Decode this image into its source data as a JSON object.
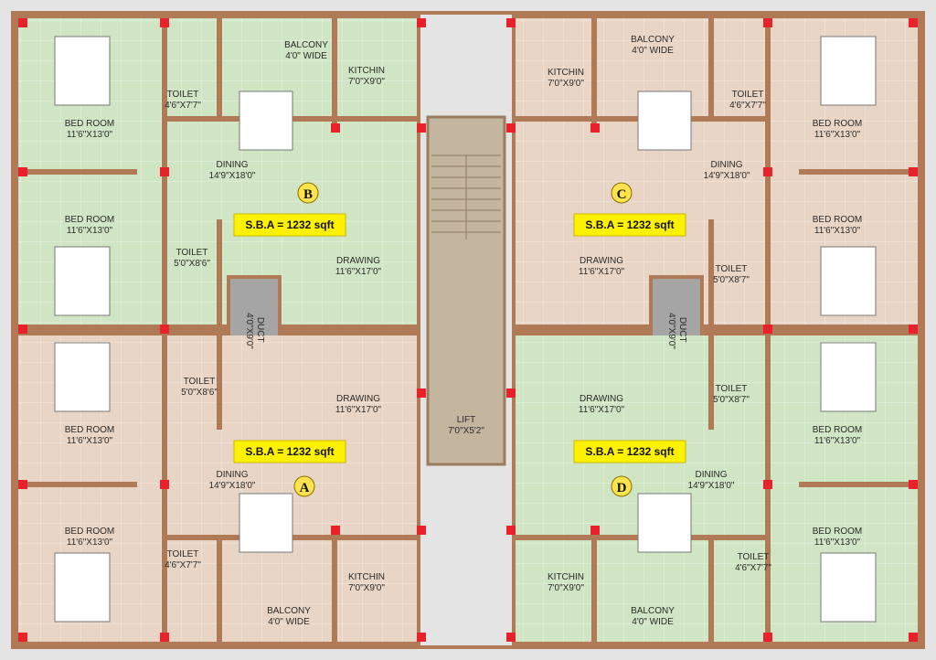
{
  "colors": {
    "green_floor": "#cfe5c3",
    "beige_floor": "#e9d5c5",
    "wall": "#b07a56",
    "column": "#e8212b",
    "sba_box": "#fff200",
    "unit_circle": "#ffe34d",
    "core": "#c4b59e"
  },
  "units": [
    {
      "letter": "B",
      "sba": "S.B.A = 1232 sqft",
      "rooms": {
        "balcony": [
          "BALCONY",
          "4'0\" WIDE"
        ],
        "kitchen": [
          "KITCHIN",
          "7'0\"X9'0\""
        ],
        "toilet_top": [
          "TOILET",
          "4'6\"X7'7\""
        ],
        "bed1": [
          "BED ROOM",
          "11'6\"X13'0\""
        ],
        "dining": [
          "DINING",
          "14'9\"X18'0\""
        ],
        "bed2": [
          "BED ROOM",
          "11'6\"X13'0\""
        ],
        "toilet_mid": [
          "TOILET",
          "5'0\"X8'6\""
        ],
        "drawing": [
          "DRAWING",
          "11'6\"X17'0\""
        ]
      }
    },
    {
      "letter": "C",
      "sba": "S.B.A = 1232 sqft",
      "rooms": {
        "balcony": [
          "BALCONY",
          "4'0\" WIDE"
        ],
        "kitchen": [
          "KITCHIN",
          "7'0\"X9'0\""
        ],
        "toilet_top": [
          "TOILET",
          "4'6\"X7'7\""
        ],
        "bed1": [
          "BED ROOM",
          "11'6\"X13'0\""
        ],
        "dining": [
          "DINING",
          "14'9\"X18'0\""
        ],
        "bed2": [
          "BED ROOM",
          "11'6\"X13'0\""
        ],
        "toilet_mid": [
          "TOILET",
          "5'0\"X8'7\""
        ],
        "drawing": [
          "DRAWING",
          "11'6\"X17'0\""
        ]
      }
    },
    {
      "letter": "A",
      "sba": "S.B.A = 1232 sqft",
      "rooms": {
        "balcony": [
          "BALCONY",
          "4'0\" WIDE"
        ],
        "kitchen": [
          "KITCHIN",
          "7'0\"X9'0\""
        ],
        "toilet_top": [
          "TOILET",
          "4'6\"X7'7\""
        ],
        "bed1": [
          "BED ROOM",
          "11'6\"X13'0\""
        ],
        "dining": [
          "DINING",
          "14'9\"X18'0\""
        ],
        "bed2": [
          "BED ROOM",
          "11'6\"X13'0\""
        ],
        "toilet_mid": [
          "TOILET",
          "5'0\"X8'6\""
        ],
        "drawing": [
          "DRAWING",
          "11'6\"X17'0\""
        ]
      }
    },
    {
      "letter": "D",
      "sba": "S.B.A = 1232 sqft",
      "rooms": {
        "balcony": [
          "BALCONY",
          "4'0\" WIDE"
        ],
        "kitchen": [
          "KITCHIN",
          "7'0\"X9'0\""
        ],
        "toilet_top": [
          "TOILET",
          "4'6\"X7'7\""
        ],
        "bed1": [
          "BED ROOM",
          "11'6\"X13'0\""
        ],
        "dining": [
          "DINING",
          "14'9\"X18'0\""
        ],
        "bed2": [
          "BED ROOM",
          "11'6\"X13'0\""
        ],
        "toilet_mid": [
          "TOILET",
          "5'0\"X8'7\""
        ],
        "drawing": [
          "DRAWING",
          "11'6\"X17'0\""
        ]
      }
    }
  ],
  "ducts": [
    [
      "DUCT",
      "4'0\"X9'0\""
    ],
    [
      "DUCT",
      "4'0\"X9'0\""
    ]
  ],
  "lift": [
    "LIFT",
    "7'0\"X5'2\""
  ]
}
